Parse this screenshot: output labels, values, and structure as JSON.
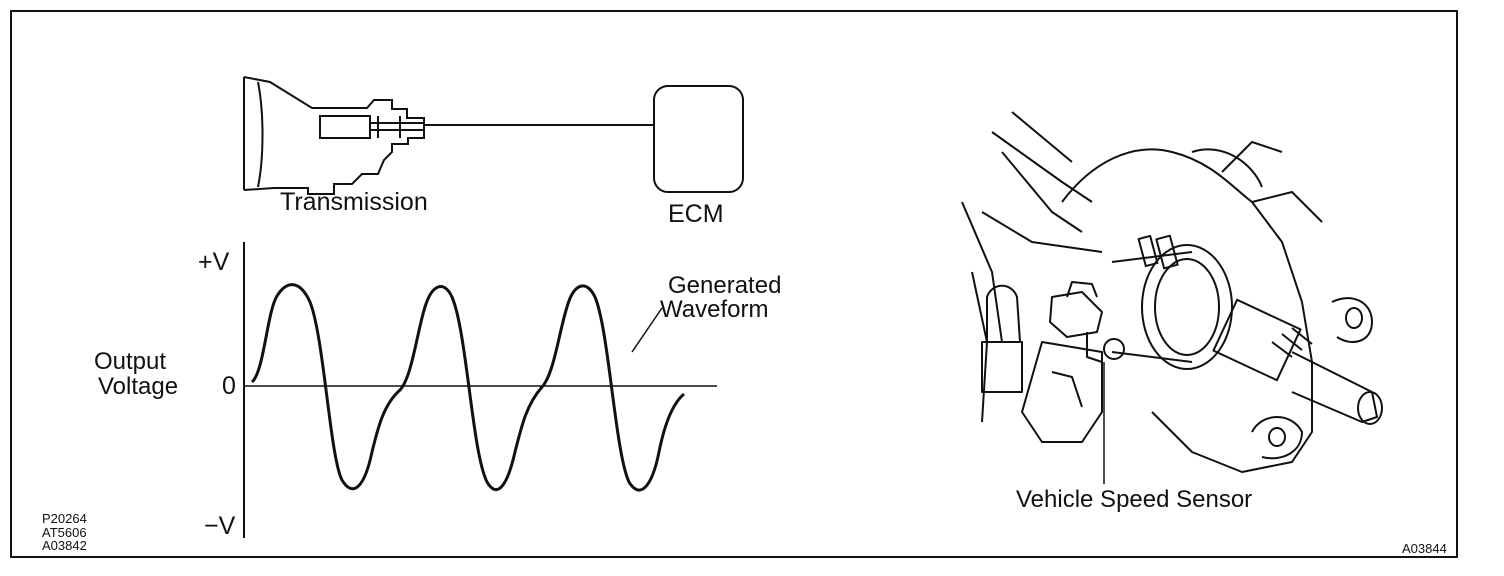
{
  "left_panel": {
    "transmission_label": "Transmission",
    "ecm_label": "ECM",
    "axis": {
      "plus_v": "+V",
      "zero": "0",
      "minus_v": "−V",
      "ylabel_line1": "Output",
      "ylabel_line2": "Voltage"
    },
    "waveform_label_line1": "Generated",
    "waveform_label_line2": "Waveform",
    "figure_codes": [
      "P20264",
      "AT5606",
      "A03842"
    ]
  },
  "right_panel": {
    "sensor_label": "Vehicle Speed Sensor",
    "figure_code": "A03844"
  }
}
